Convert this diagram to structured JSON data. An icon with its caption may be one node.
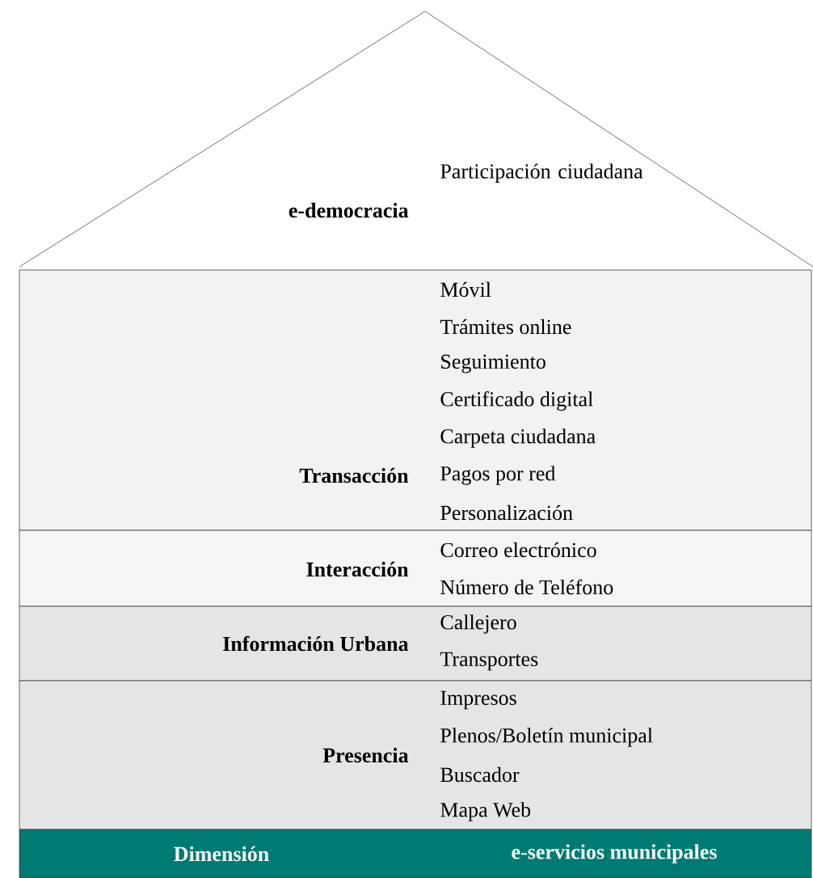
{
  "diagram": {
    "nodes": [
      {
        "text": [
          "e-democracia",
          "Participación ciudadana"
        ]
      },
      {
        "text": [
          "Transacción",
          "Móvil",
          "Trámites online",
          "Seguimiento",
          "Certificado digital",
          "Carpeta ciudadana",
          "Pagos por red",
          "Personalización"
        ]
      },
      {
        "text": [
          "Interacción",
          "Correo electrónico",
          "Número de Teléfono"
        ]
      },
      {
        "text": [
          "Información Urbana",
          "Callejero",
          "Transportes"
        ]
      },
      {
        "text": [
          "Presencia",
          "Impresos",
          "Plenos/Boletín municipal",
          "Buscador",
          "Mapa Web"
        ]
      },
      {
        "text": [
          "Dimensión",
          "e-servicios municipales"
        ]
      }
    ]
  }
}
